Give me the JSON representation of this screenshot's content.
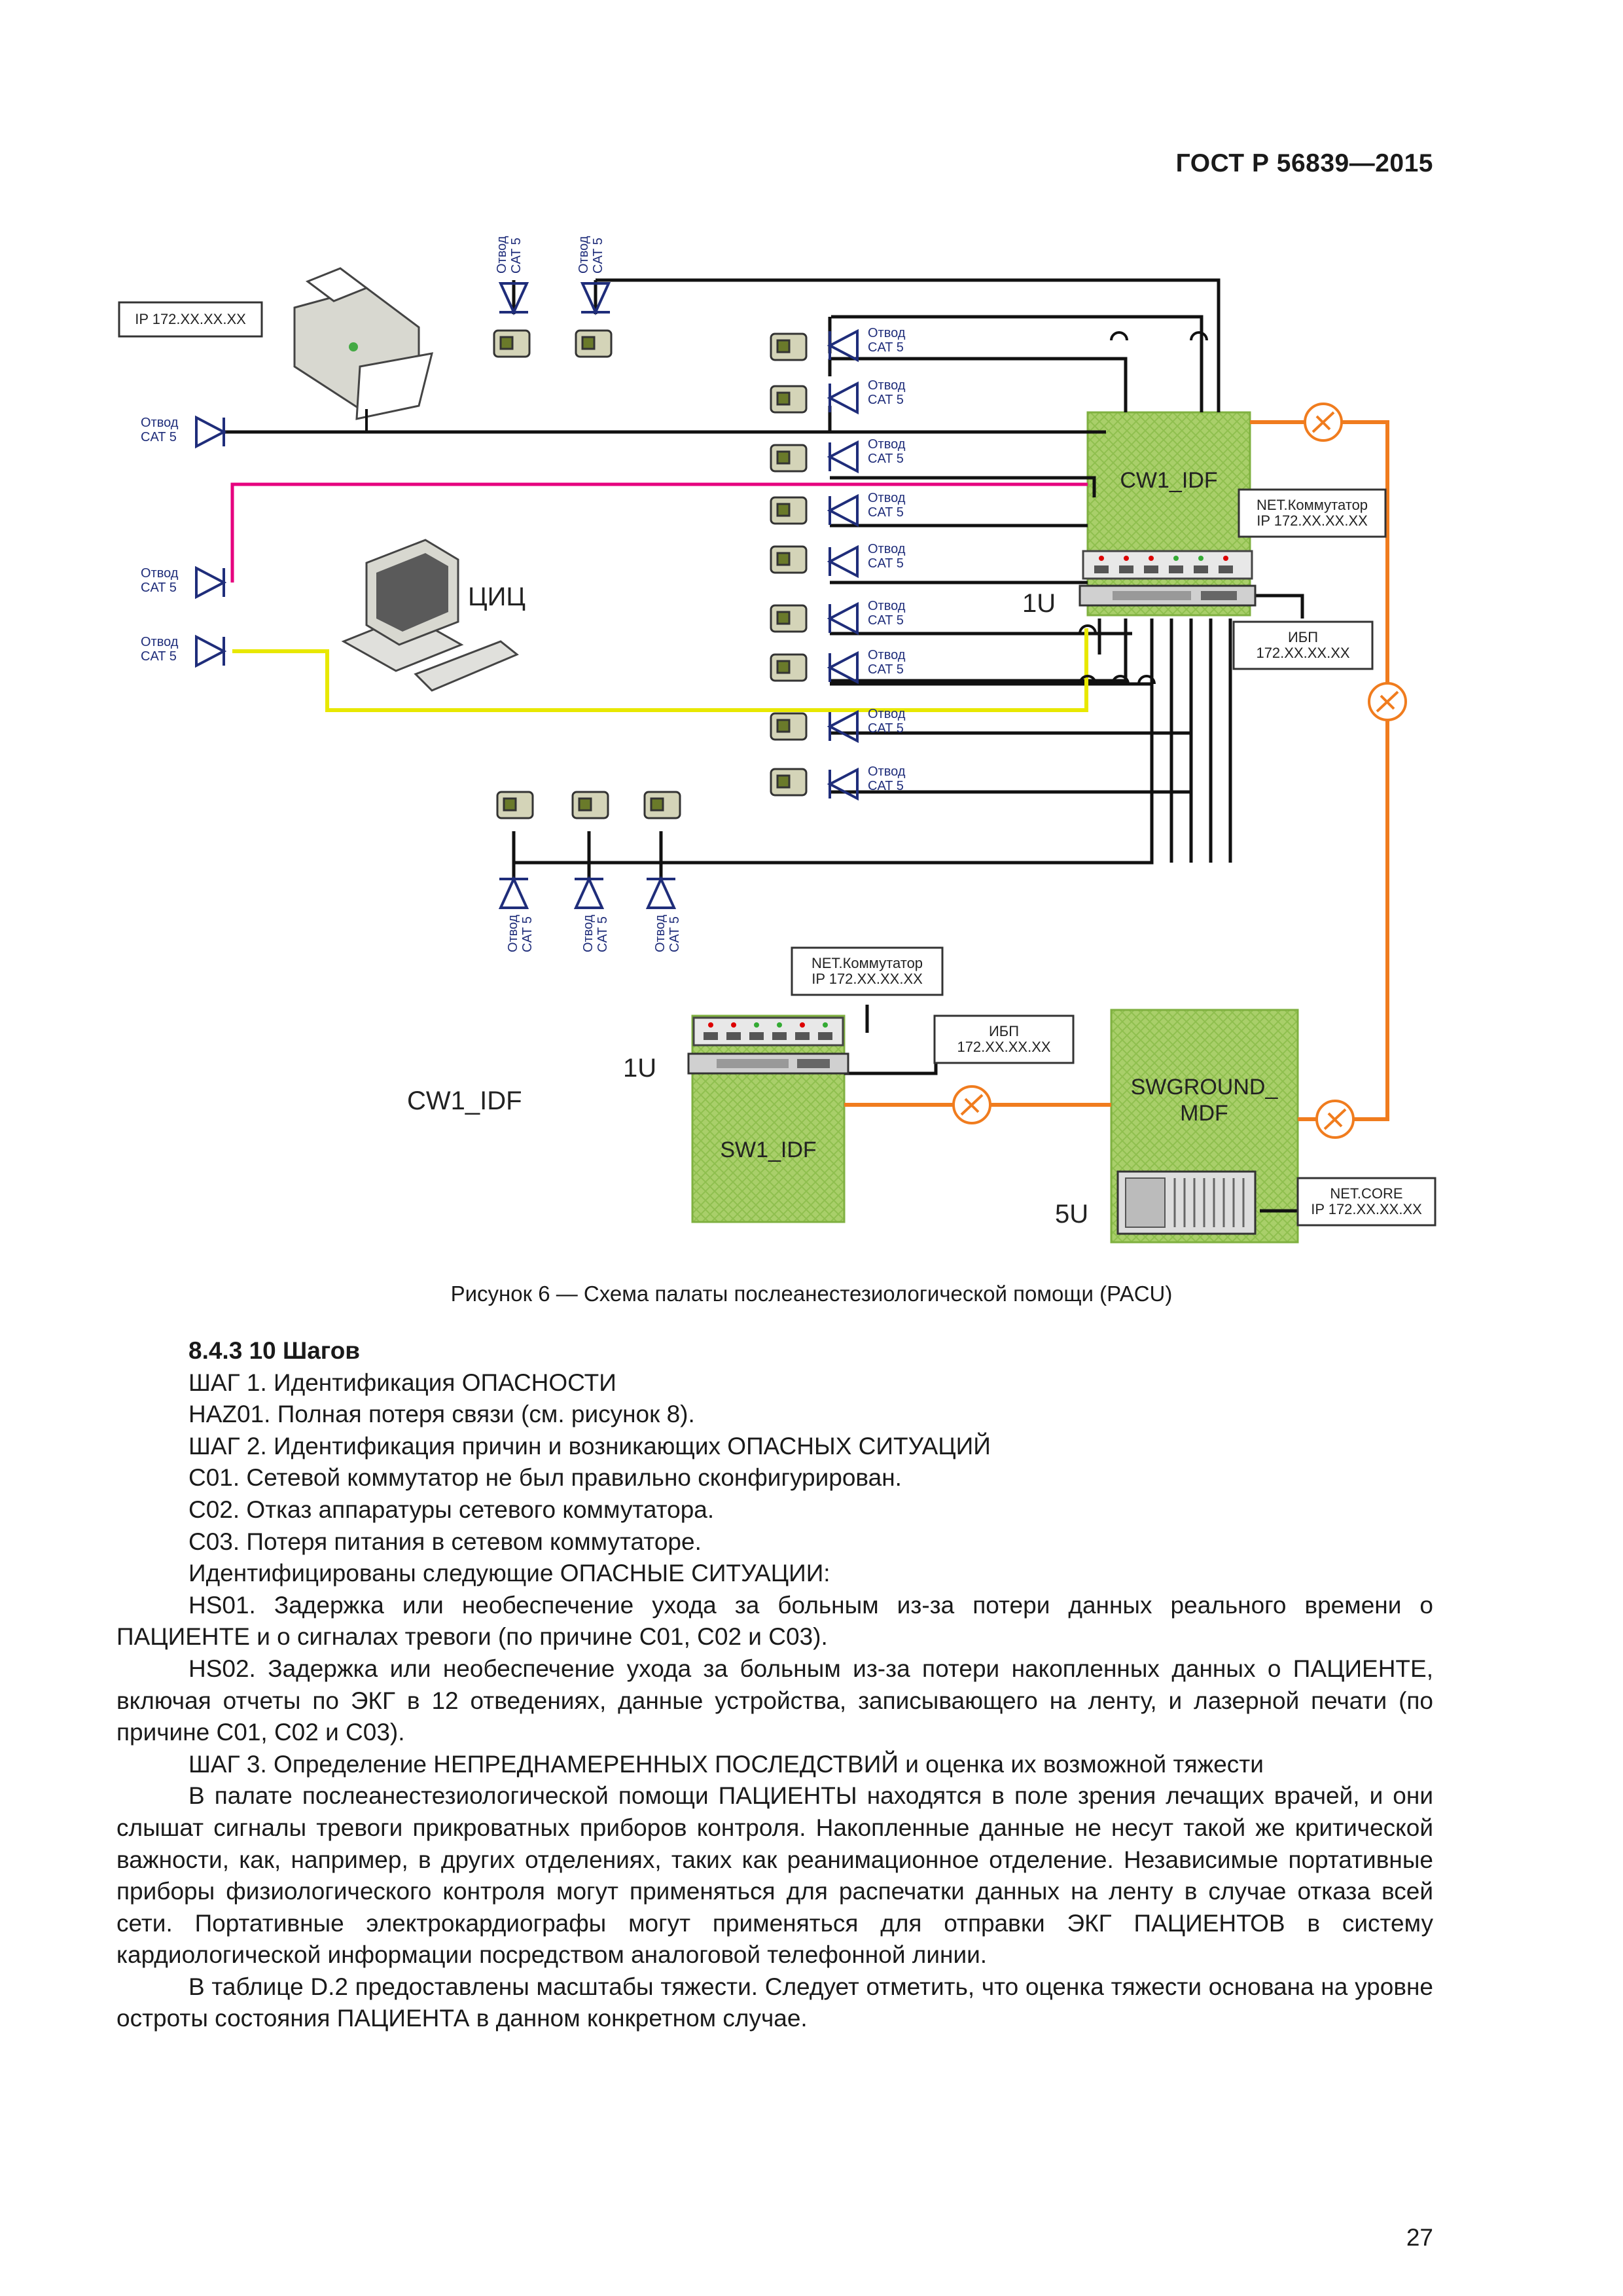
{
  "header": {
    "standard": "ГОСТ Р 56839—2015"
  },
  "diagram": {
    "tap_label": [
      "Отвод",
      "CAT 5"
    ],
    "printer_ip": "IP 172.XX.XX.XX",
    "cw1_idf_top": "CW1_IDF",
    "cw1_idf_bottom": "CW1_IDF",
    "sw1_idf": "SW1_IDF",
    "swground_mdf": [
      "SWGROUND_",
      "MDF"
    ],
    "u1_top": "1U",
    "u1_bottom": "1U",
    "u5": "5U",
    "central_station": "ЦИЦ",
    "net_switch_top": [
      "NET.Коммутатор",
      "IP 172.XX.XX.XX"
    ],
    "ups_top": [
      "ИБП",
      "172.XX.XX.XX"
    ],
    "net_switch_bottom": [
      "NET.Коммутатор",
      "IP 172.XX.XX.XX"
    ],
    "ups_bottom": [
      "ИБП",
      "172.XX.XX.XX"
    ],
    "net_core": [
      "NET.CORE",
      "IP 172.XX.XX.XX"
    ],
    "colors": {
      "black_cable": "#111111",
      "magenta_cable": "#e6007e",
      "yellow_cable": "#e8e800",
      "orange_fiber": "#f07c1e",
      "tap_blue": "#1f2d7a",
      "rack_green": "#9bc85a"
    }
  },
  "caption": "Рисунок 6 — Схема палаты послеанестезиологической помощи (PACU)",
  "paragraphs": [
    {
      "text": "8.4.3 10 Шагов",
      "heading": true
    },
    {
      "text": "ШАГ 1. Идентификация ОПАСНОСТИ"
    },
    {
      "text": "HAZ01. Полная потеря связи (см. рисунок 8)."
    },
    {
      "text": "ШАГ 2. Идентификация причин и возникающих ОПАСНЫХ СИТУАЦИЙ"
    },
    {
      "text": "C01. Сетевой коммутатор не был правильно сконфигурирован."
    },
    {
      "text": "C02. Отказ аппаратуры сетевого коммутатора."
    },
    {
      "text": "C03. Потеря питания в сетевом коммутаторе."
    },
    {
      "text": "Идентифицированы следующие ОПАСНЫЕ СИТУАЦИИ:"
    },
    {
      "text": "HS01. Задержка или необеспечение ухода за больным из-за потери данных реального времени о ПАЦИЕНТЕ и о сигналах тревоги (по причине C01, C02 и C03)."
    },
    {
      "text": "HS02. Задержка или необеспечение ухода за больным из-за потери накопленных данных о ПАЦИЕНТЕ, включая отчеты по ЭКГ в 12 отведениях, данные устройства, записывающего на ленту, и лазерной печати (по причине C01, C02 и C03)."
    },
    {
      "text": "ШАГ 3. Определение НЕПРЕДНАМЕРЕННЫХ ПОСЛЕДСТВИЙ и оценка их возможной тяжести"
    },
    {
      "text": "В палате послеанестезиологической помощи ПАЦИЕНТЫ находятся в поле зрения лечащих врачей, и они слышат сигналы тревоги прикроватных приборов контроля. Накопленные данные не несут такой же критической важности, как, например, в других отделениях, таких как реанимационное отделение. Независимые портативные приборы физиологического контроля могут применяться для распечатки данных на ленту в случае отказа всей сети. Портативные электрокардиографы могут применяться для отправки ЭКГ ПАЦИЕНТОВ в систему кардиологической информации посредством аналоговой телефонной линии."
    },
    {
      "text": "В таблице D.2 предоставлены масштабы тяжести. Следует отметить, что оценка тяжести основана на уровне остроты состояния ПАЦИЕНТА в данном конкретном случае."
    }
  ],
  "page_number": "27"
}
